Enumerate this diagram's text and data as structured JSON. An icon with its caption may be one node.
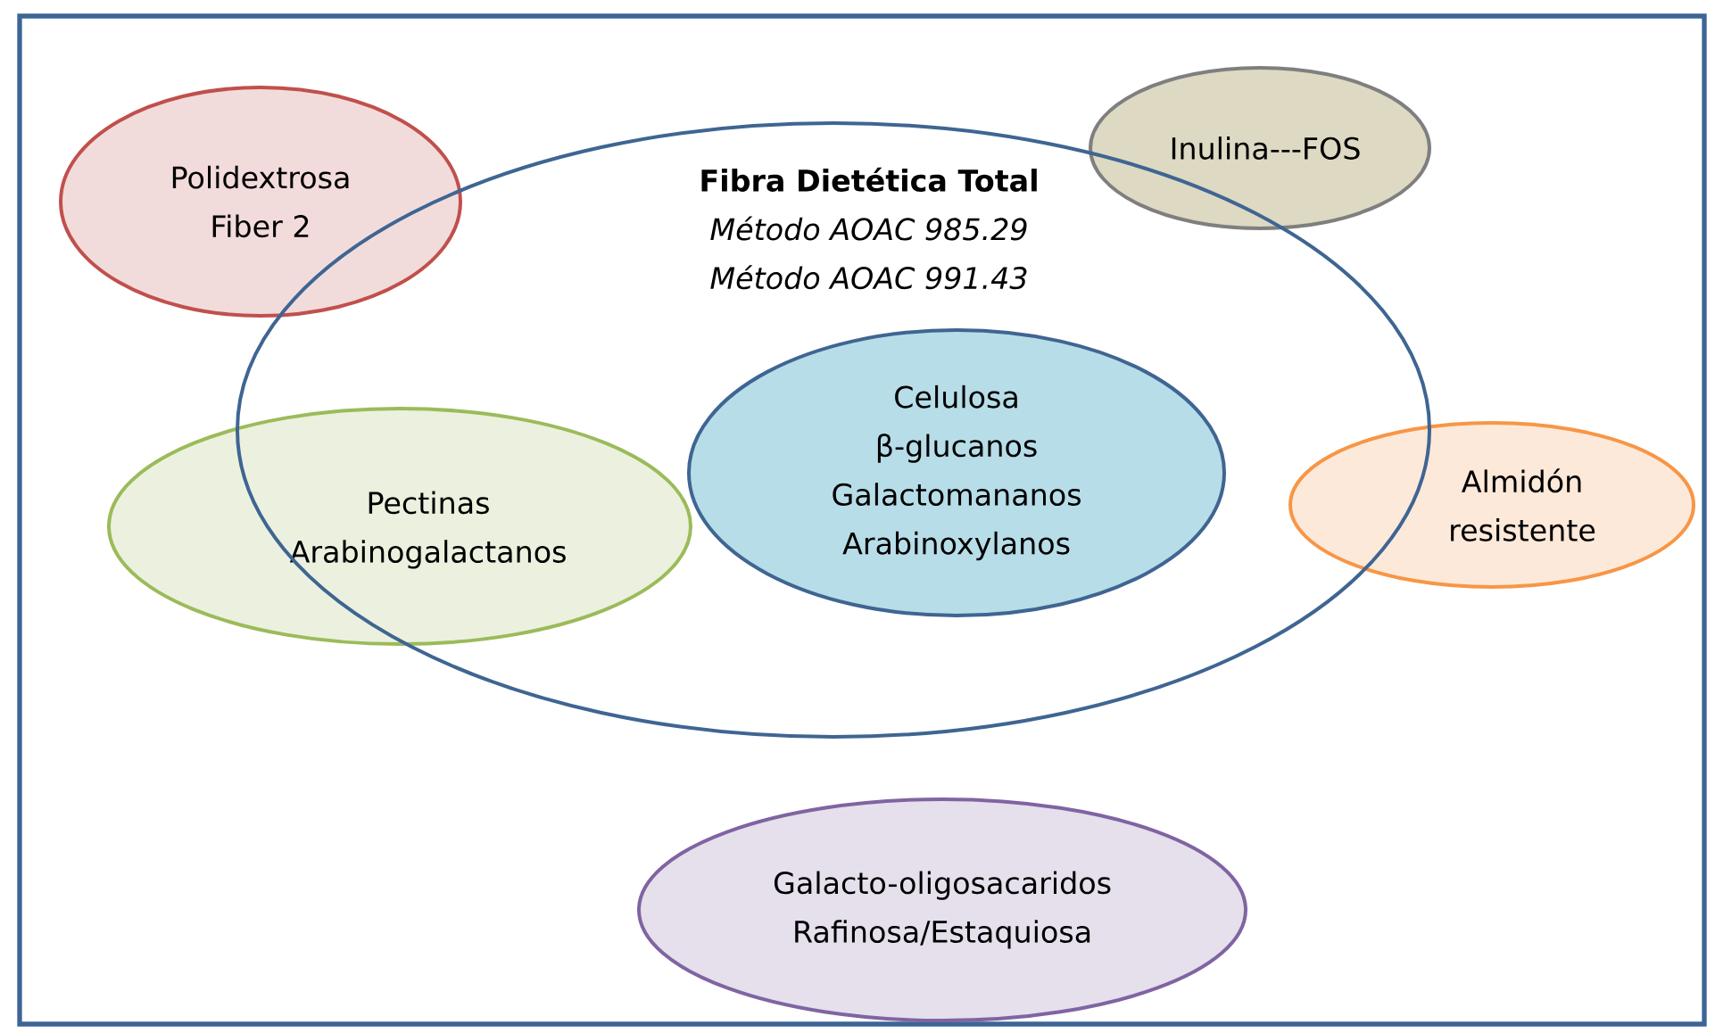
{
  "diagram": {
    "nodes": [
      {
        "text": [
          "Polidextrosa",
          "Fiber 2"
        ]
      },
      {
        "text": [
          "Fibra Dietética Total",
          "Método AOAC 985.29",
          "Método AOAC 991.43"
        ]
      },
      {
        "text": [
          "Inulina---FOS"
        ]
      },
      {
        "text": [
          "Celulosa",
          "β-glucanos",
          "Galactomananos",
          "Arabinoxylanos"
        ],
        "in": 1
      },
      {
        "text": [
          "Pectinas",
          "Arabinogalactanos"
        ]
      },
      {
        "text": [
          "Almidón",
          "resistente"
        ]
      },
      {
        "text": [
          "Galacto-oligosacaridos",
          "Rafinosa/Estaquiosa"
        ]
      }
    ]
  }
}
